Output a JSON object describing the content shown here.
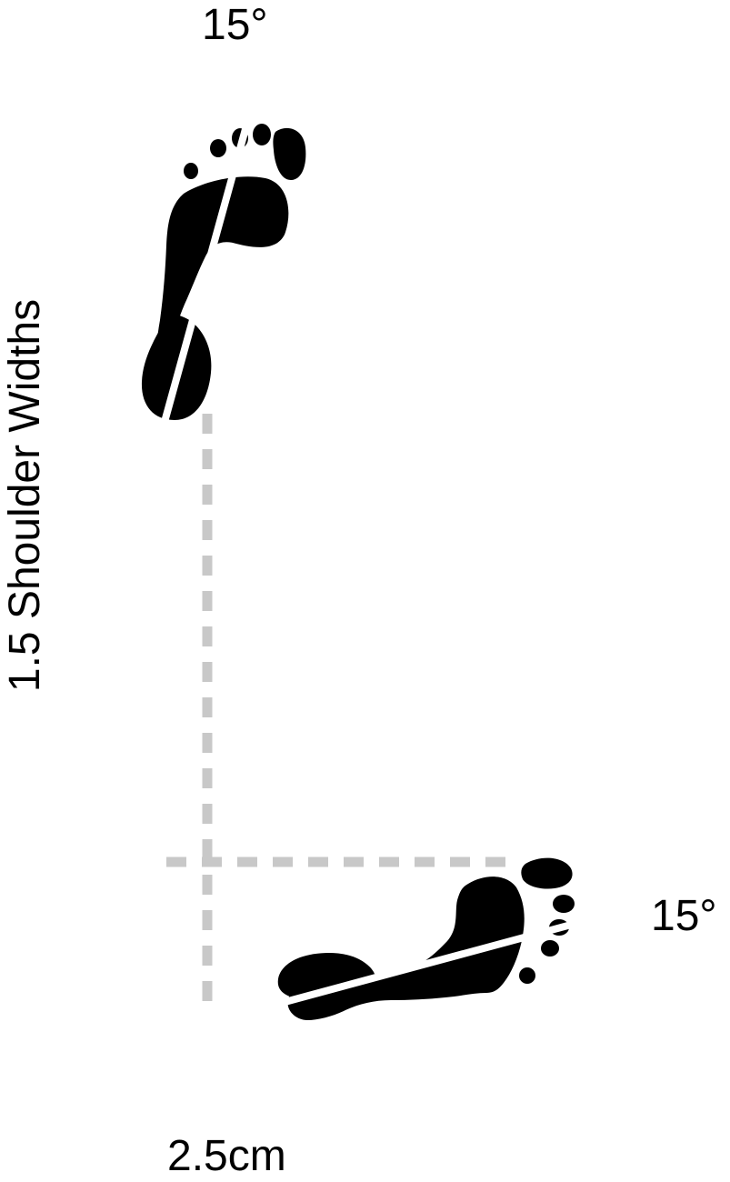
{
  "labels": {
    "top_angle": "15°",
    "right_angle": "15°",
    "bottom_distance": "2.5cm",
    "side_distance": "1.5 Shoulder Widths"
  },
  "colors": {
    "foot": "#000000",
    "axis_line": "#ffffff",
    "guide": "#c8c8c8"
  }
}
